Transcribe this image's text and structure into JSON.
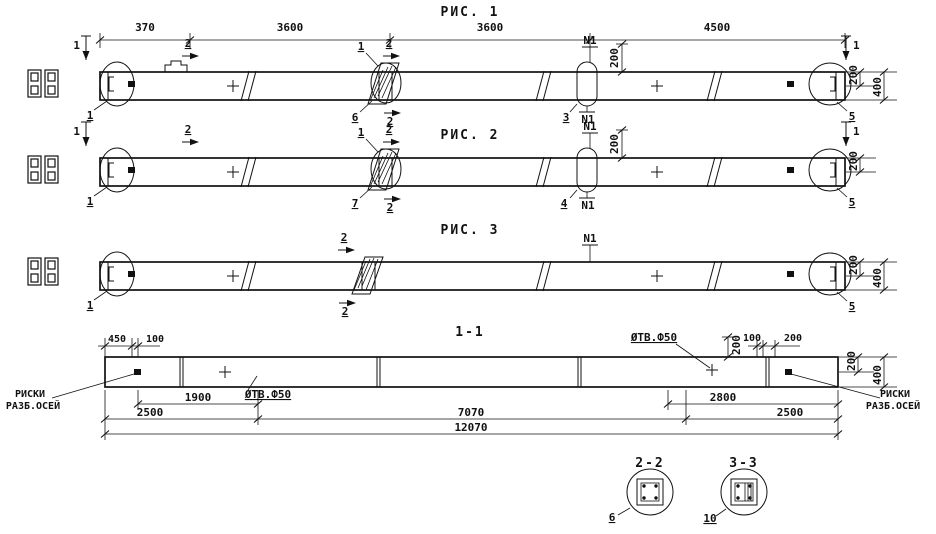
{
  "figures": [
    {
      "title": "РИС. 1",
      "top_dims": [
        "370",
        "3600",
        "3600",
        "4500"
      ],
      "section1_label": "1",
      "section2_label": "2",
      "insert_callout": "1",
      "insert_number": "6",
      "left_callout": "1",
      "hole_callout": "3",
      "right_callout": "5",
      "axis_mark": "N1",
      "offset_dim": "200",
      "right_dims": [
        "200",
        "400"
      ]
    },
    {
      "title": "РИС. 2",
      "section1_label": "1",
      "section2_label": "2",
      "insert_callout": "1",
      "insert_number": "7",
      "left_callout": "1",
      "hole_callout": "4",
      "right_callout": "5",
      "axis_mark": "N1",
      "offset_dim": "200",
      "right_dims": [
        "200"
      ]
    },
    {
      "title": "РИС. 3",
      "section2_label": "2",
      "left_callout": "1",
      "right_callout": "5",
      "axis_mark": "N1",
      "right_dims": [
        "200",
        "400"
      ]
    }
  ],
  "section": {
    "title": "1-1",
    "top_left_dims": [
      "450",
      "100"
    ],
    "top_right_dims": [
      "100",
      "200"
    ],
    "hole_label_left": "ØТВ.Ф50",
    "hole_label_right": "ØТВ.Ф50",
    "hole_offset_dim": "200",
    "axis_label_left_line1": "РИСКИ",
    "axis_label_left_line2": "РАЗБ.ОСЕЙ",
    "axis_label_right_line1": "РИСКИ",
    "axis_label_right_line2": "РАЗБ.ОСЕЙ",
    "dim_1900": "1900",
    "dim_2800": "2800",
    "dim_2500_left": "2500",
    "dim_7070": "7070",
    "dim_2500_right": "2500",
    "dim_overall": "12070",
    "right_dims": [
      "200",
      "400"
    ]
  },
  "details": [
    {
      "title": "2-2",
      "callout": "6"
    },
    {
      "title": "3-3",
      "callout": "10"
    }
  ]
}
